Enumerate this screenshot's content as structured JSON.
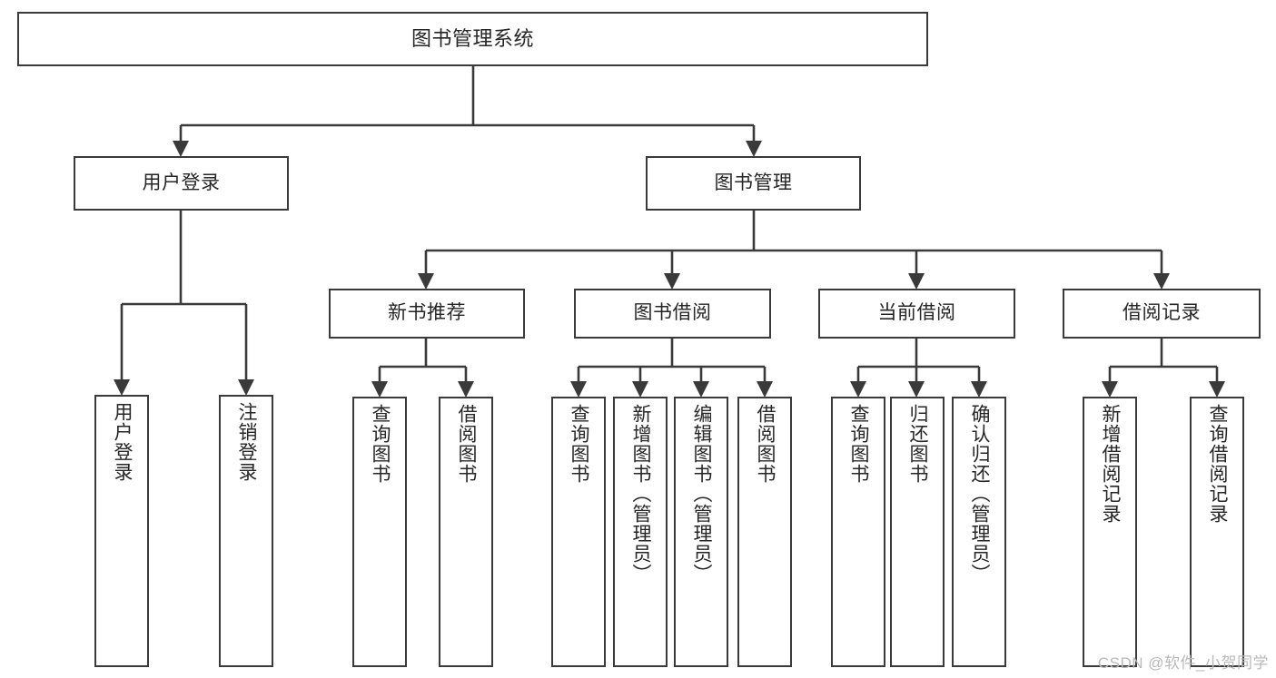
{
  "diagram": {
    "title": "图书管理系统",
    "type": "tree-hierarchy",
    "watermark": "CSDN @软件_小贺同学",
    "colors": {
      "box_border": "#3a3a3a",
      "box_fill": "#ffffff",
      "edge": "#3a3a3a",
      "text": "#262626",
      "watermark": "#b9b9b9"
    },
    "nodes": {
      "root": {
        "label": "图书管理系统"
      },
      "level1": [
        {
          "id": "user-login",
          "label": "用户登录"
        },
        {
          "id": "book-management",
          "label": "图书管理"
        }
      ],
      "level2": [
        {
          "id": "new-book-recommend",
          "label": "新书推荐"
        },
        {
          "id": "book-borrow",
          "label": "图书借阅"
        },
        {
          "id": "current-borrow",
          "label": "当前借阅"
        },
        {
          "id": "borrow-record",
          "label": "借阅记录"
        }
      ],
      "leaves": {
        "user-login": [
          {
            "id": "leaf-user-login",
            "label": "用户登录"
          },
          {
            "id": "leaf-logout",
            "label": "注销登录"
          }
        ],
        "new-book-recommend": [
          {
            "id": "leaf-query-book-1",
            "label": "查询图书"
          },
          {
            "id": "leaf-borrow-book-1",
            "label": "借阅图书"
          }
        ],
        "book-borrow": [
          {
            "id": "leaf-query-book-2",
            "label": "查询图书"
          },
          {
            "id": "leaf-add-book",
            "label": "新增图书（管理员）"
          },
          {
            "id": "leaf-edit-book",
            "label": "编辑图书（管理员）"
          },
          {
            "id": "leaf-borrow-book-2",
            "label": "借阅图书"
          }
        ],
        "current-borrow": [
          {
            "id": "leaf-query-book-3",
            "label": "查询图书"
          },
          {
            "id": "leaf-return-book",
            "label": "归还图书"
          },
          {
            "id": "leaf-confirm-return",
            "label": "确认归还（管理员）"
          }
        ],
        "borrow-record": [
          {
            "id": "leaf-add-record",
            "label": "新增借阅记录"
          },
          {
            "id": "leaf-query-record",
            "label": "查询借阅记录"
          }
        ]
      }
    }
  }
}
